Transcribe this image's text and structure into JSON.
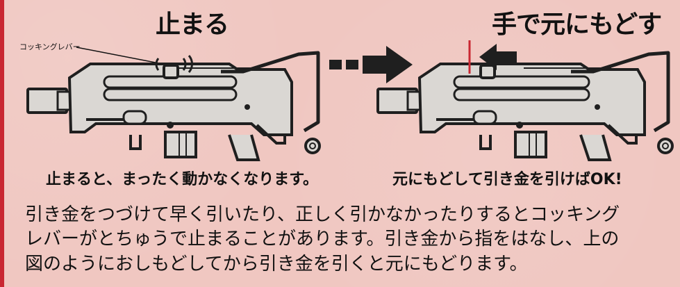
{
  "headings": {
    "left": "止まる",
    "right": "手で元にもどす"
  },
  "callout": {
    "label": "コッキングレバー"
  },
  "captions": {
    "left": "止まると、まったく動かなくなります。",
    "right": "元にもどして引き金を引けばOK!"
  },
  "body": {
    "line1": "引き金をつづけて早く引いたり、正しく引かなかったりするとコッキング",
    "line2": "レバーがとちゅうで止まることがあります。引き金から指をはなし、上の",
    "line3": "図のようにおしもどしてから引き金を引くと元にもどります。"
  },
  "colors": {
    "background": "#f0c7c1",
    "accent_red": "#c92732",
    "text": "#111111",
    "gun_fill": "#dad7d3",
    "gun_stroke": "#1f1f1f"
  },
  "icons": {
    "arrow": "dashed-right-arrow",
    "push_arrow": "left-arrow",
    "guide_line": "red-vertical-line",
    "lever_indicator": "motion-lines"
  }
}
